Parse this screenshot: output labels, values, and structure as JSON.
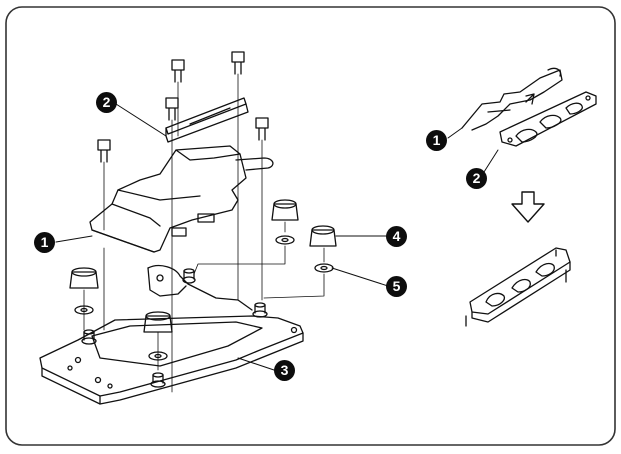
{
  "callouts": {
    "left_cover": "1",
    "left_plate": "2",
    "base": "3",
    "cushion": "4",
    "washer": "5",
    "right_cover": "1",
    "right_plate": "2"
  }
}
